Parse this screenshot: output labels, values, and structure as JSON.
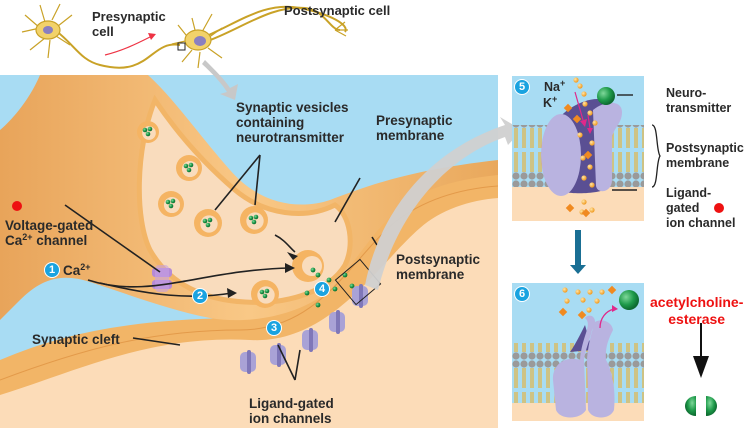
{
  "overview": {
    "presynaptic_cell": "Presynaptic\ncell",
    "presynaptic_line1": "Presynaptic",
    "presynaptic_line2": "cell",
    "postsynaptic_cell": "Postsynaptic cell"
  },
  "main": {
    "vesicles_label": [
      "Synaptic vesicles",
      "containing",
      "neurotransmitter"
    ],
    "presynaptic_membrane": [
      "Presynaptic",
      "membrane"
    ],
    "postsynaptic_membrane": [
      "Postsynaptic",
      "membrane"
    ],
    "voltage_gated": {
      "line1": "Voltage-gated",
      "line2_prefix": "Ca",
      "line2_sup": "2+",
      "line2_suffix": " channel"
    },
    "ca_label": {
      "prefix": "Ca",
      "sup": "2+"
    },
    "synaptic_cleft": "Synaptic cleft",
    "ligand_gated_channels": [
      "Ligand-gated",
      "ion channels"
    ]
  },
  "steps": [
    "1",
    "2",
    "3",
    "4",
    "5",
    "6"
  ],
  "panel5": {
    "na_label": {
      "prefix": "Na",
      "sup": "+"
    },
    "k_label": {
      "prefix": "K",
      "sup": "+"
    },
    "neurotransmitter": [
      "Neuro-",
      "transmitter"
    ],
    "postsynaptic_membrane": [
      "Postsynaptic",
      "membrane"
    ],
    "ligand_gated_channel": [
      "Ligand-",
      "gated",
      "ion channel"
    ]
  },
  "panel6": {
    "enzyme_label": [
      "acetylcholine-",
      "esterase"
    ]
  },
  "colors": {
    "extracellular": "#a8dcf3",
    "axon": "#f2b567",
    "cytoplasm": "#fcdcb8",
    "vesicle": "#f5b463",
    "neurotransmitter": "#1e9a4a",
    "channel": "#a9a2d6",
    "channel_dark": "#5a4f93",
    "ion": "#f7a838",
    "marker_red": "#ee1111",
    "step_badge": "#1aa3e0",
    "down_arrow": "#1a6f94",
    "connector_arrow": "#c8c8c8"
  }
}
